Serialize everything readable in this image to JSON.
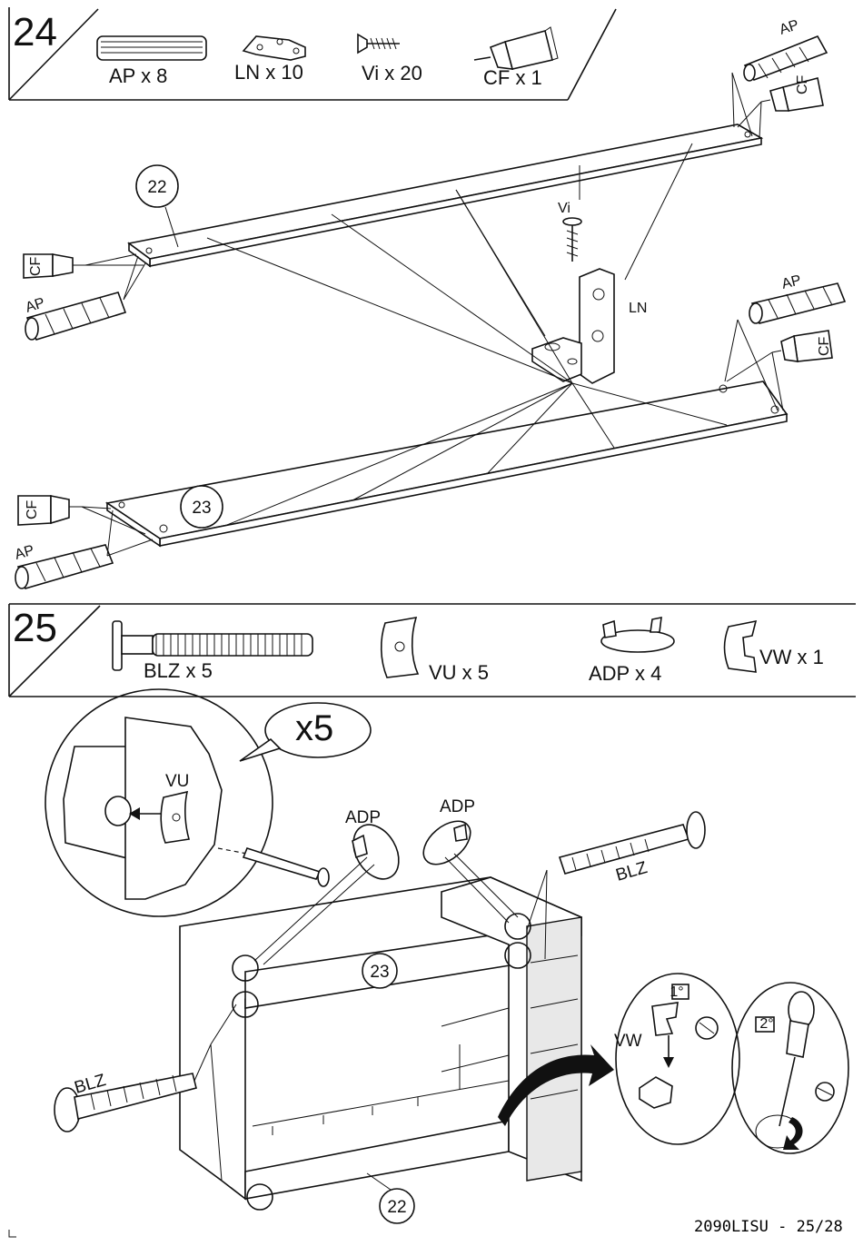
{
  "step24": {
    "number": "24",
    "parts": [
      {
        "code": "AP",
        "label": "AP x 8"
      },
      {
        "code": "LN",
        "label": "LN x  10"
      },
      {
        "code": "Vi",
        "label": "Vi x  20"
      },
      {
        "code": "CF",
        "label": "CF x 1"
      }
    ],
    "callouts": {
      "panel_top": "22",
      "panel_bottom": "23",
      "ap": "AP",
      "cf": "CF",
      "vi": "Vi",
      "ln": "LN"
    }
  },
  "step25": {
    "number": "25",
    "parts": [
      {
        "code": "BLZ",
        "label": "BLZ x  5"
      },
      {
        "code": "VU",
        "label": "VU x  5"
      },
      {
        "code": "ADP",
        "label": "ADP x 4"
      },
      {
        "code": "VW",
        "label": "VW x  1"
      }
    ],
    "callouts": {
      "repeat": "x5",
      "vu": "VU",
      "adp": "ADP",
      "blz": "BLZ",
      "vw": "VW",
      "panel_23": "23",
      "panel_22": "22",
      "step_1": "1°",
      "step_2": "2°"
    }
  },
  "footer": {
    "page_ref": "2090LISU - 25/28"
  }
}
